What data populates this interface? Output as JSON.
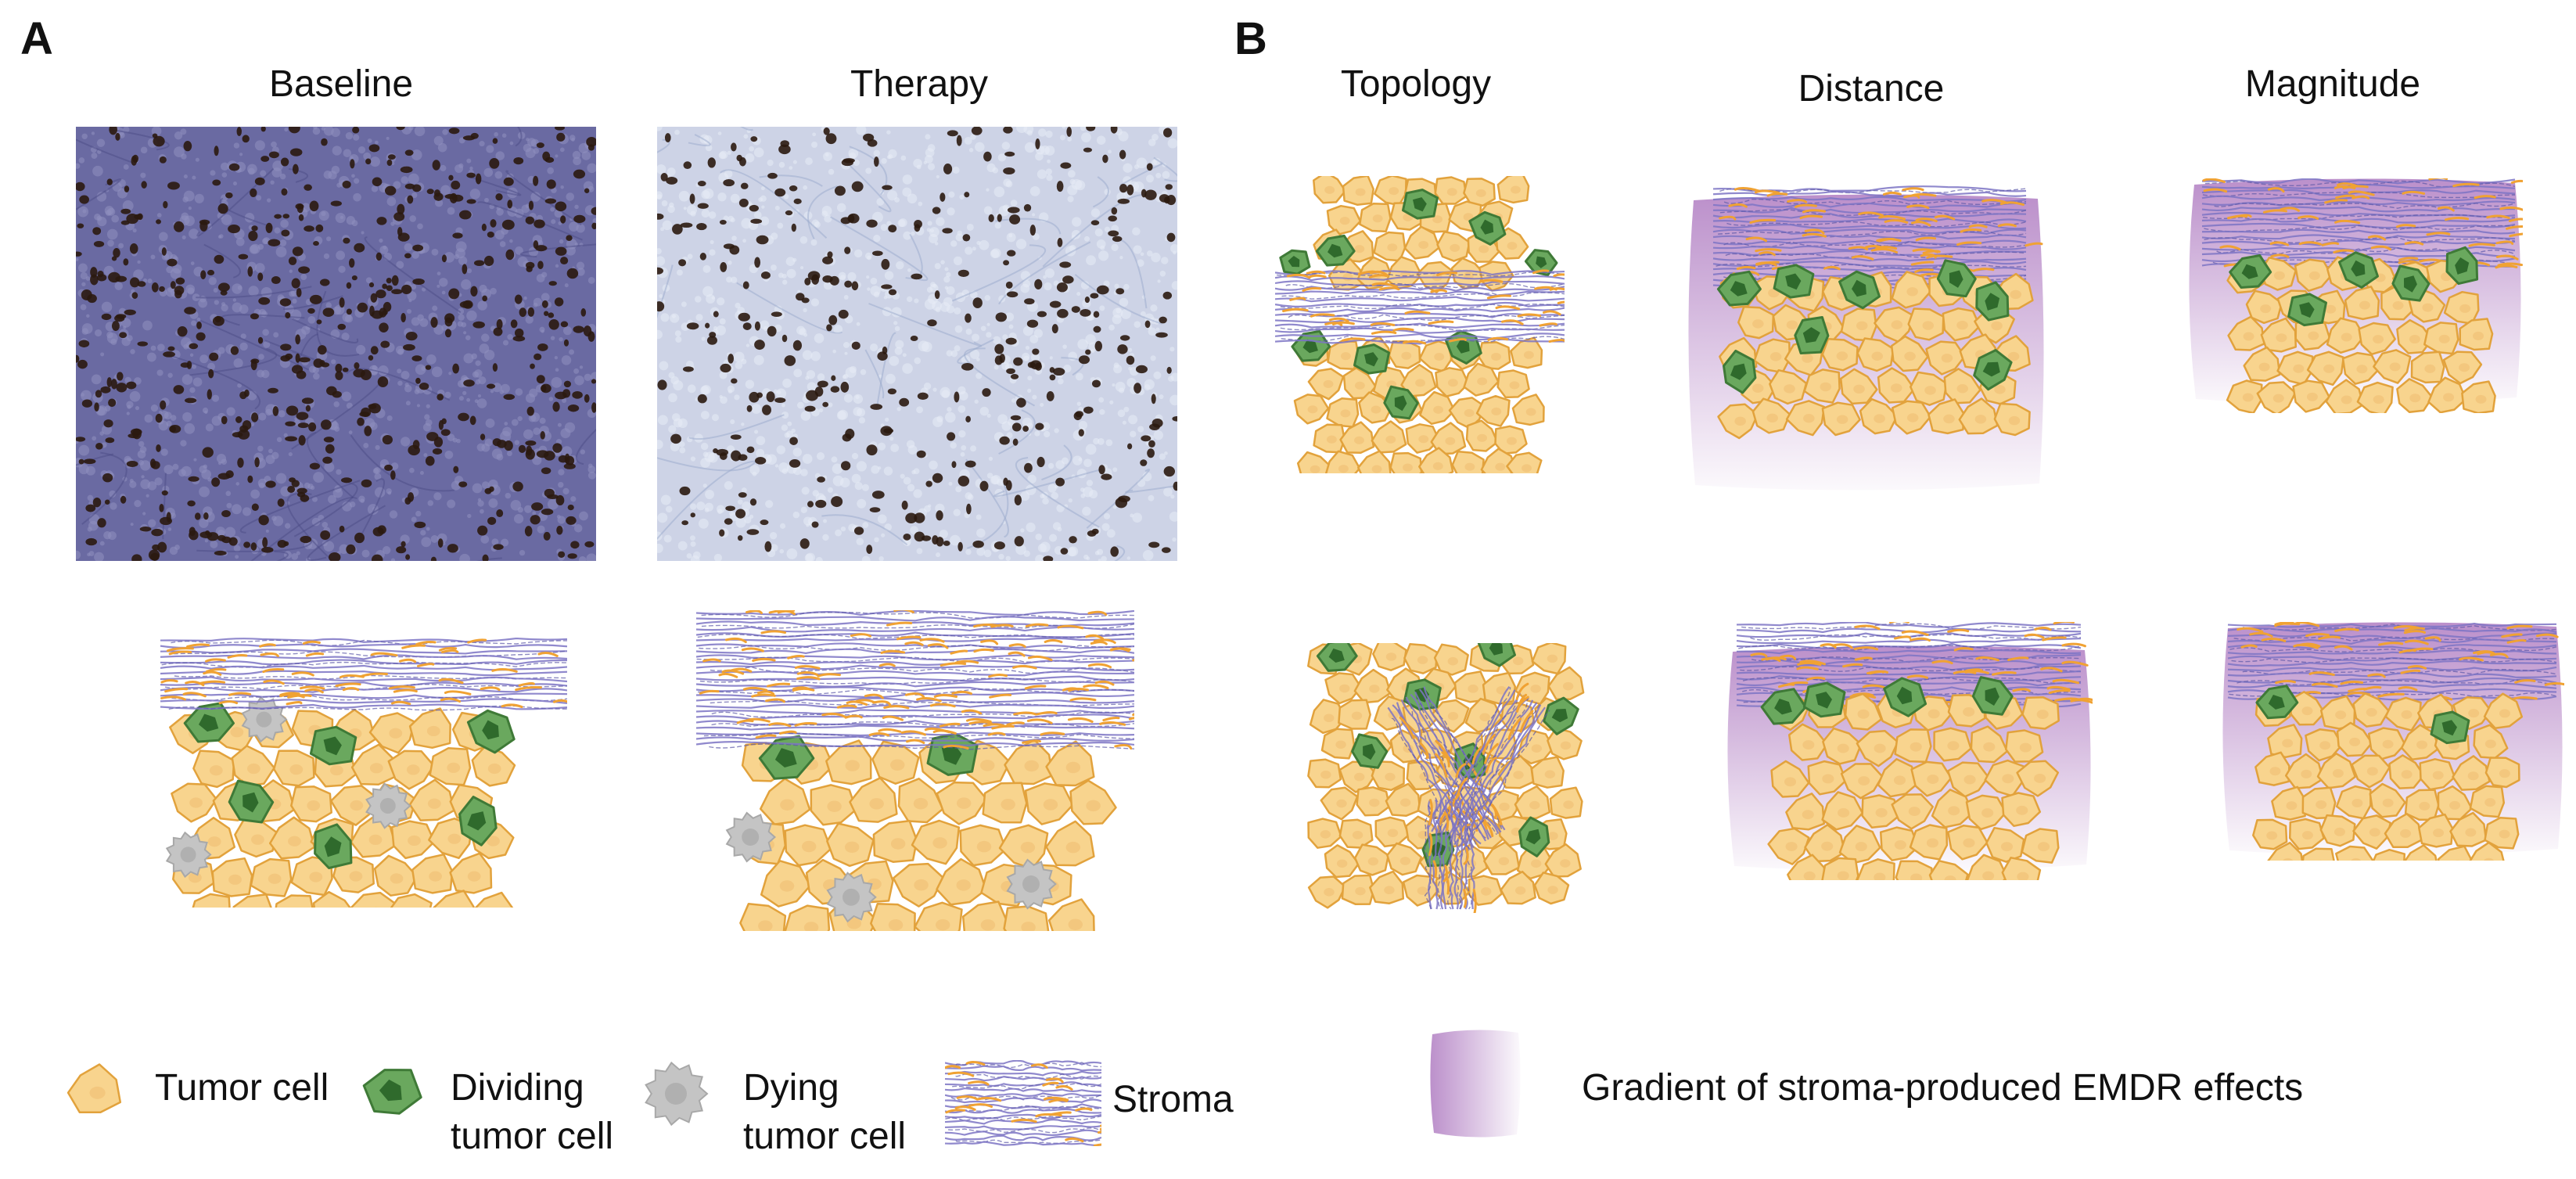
{
  "panel_a": {
    "letter": "A",
    "baseline_title": "Baseline",
    "therapy_title": "Therapy"
  },
  "panel_b": {
    "letter": "B",
    "topology_title": "Topology",
    "distance_title": "Distance",
    "magnitude_title": "Magnitude"
  },
  "legend": {
    "tumor_cell": "Tumor cell",
    "dividing_line1": "Dividing",
    "dividing_line2": "tumor cell",
    "dying_line1": "Dying",
    "dying_line2": "tumor cell",
    "stroma": "Stroma",
    "gradient": "Gradient of stroma-produced EMDR effects"
  },
  "colors": {
    "tumor_fill": "#f8d48e",
    "tumor_stroke": "#e2a23c",
    "dividing_fill": "#6aa85e",
    "dividing_stroke": "#3f7a37",
    "dying_fill": "#c4c4c4",
    "stroma_purple": "#7d74c4",
    "stroma_orange": "#f0a233",
    "gradient_purple": "#b88ac8",
    "micro_base": "#6a6aa2",
    "micro_therapy": "#cdd3e6",
    "nucleus": "#2b1a10"
  }
}
